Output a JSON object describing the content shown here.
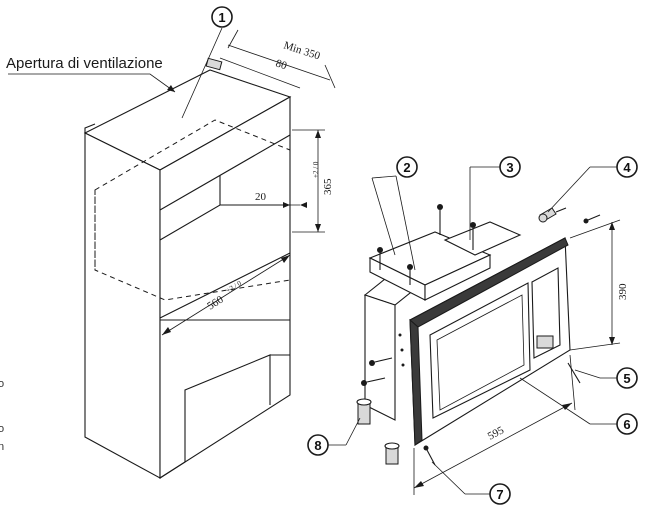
{
  "labels": {
    "ventilation": "Apertura di ventilazione"
  },
  "dimensions": {
    "min_depth": "Min 350",
    "vent_width": "80",
    "gap": "20",
    "cabinet_height": "365",
    "cabinet_height_tol": "+2 / 0",
    "cabinet_width": "560",
    "cabinet_width_tol": "+2 / 0",
    "frame_height": "390",
    "frame_width": "595"
  },
  "callouts": [
    "1",
    "2",
    "3",
    "4",
    "5",
    "6",
    "7",
    "8"
  ],
  "edge_fragments": [
    "o",
    "o",
    "n"
  ]
}
